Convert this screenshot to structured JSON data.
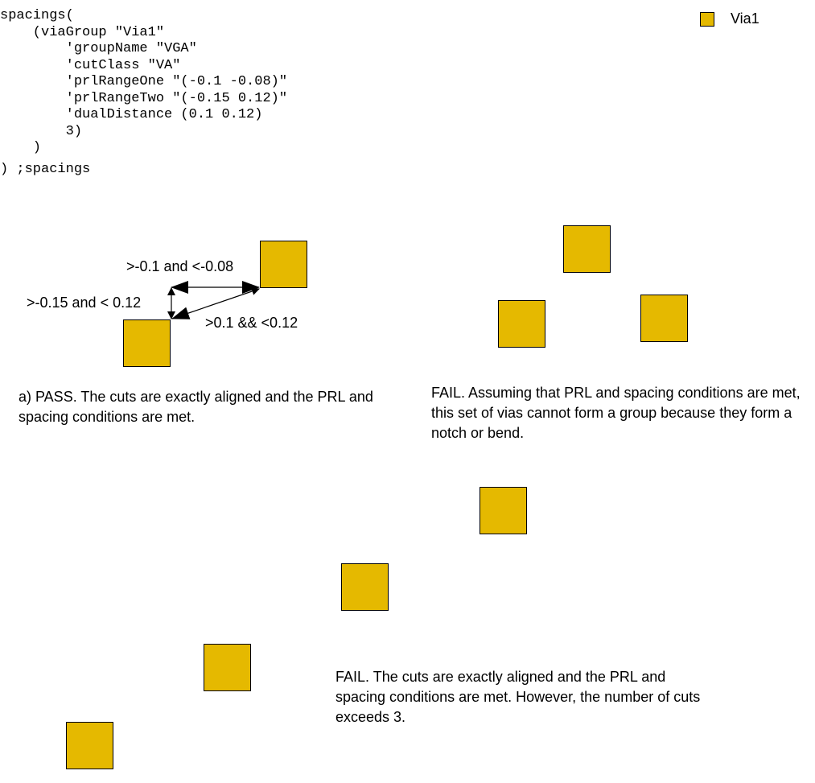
{
  "code": {
    "lines": [
      "spacings(",
      "    (viaGroup \"Via1\"",
      "        'groupName \"VGA\"",
      "        'cutClass \"VA\"",
      "        'prlRangeOne \"(-0.1 -0.08)\"",
      "        'prlRangeTwo \"(-0.15 0.12)\"",
      "        'dualDistance (0.1 0.12)",
      "        3)",
      "    )",
      ") ;spacings"
    ]
  },
  "legend": {
    "label": "Via1",
    "color": "#e5b900"
  },
  "diagram_a": {
    "label_prl_one": ">-0.1 and <-0.08",
    "label_prl_two": ">-0.15 and < 0.12",
    "label_dual": ">0.1 && <0.12",
    "caption": "a) PASS. The cuts are exactly aligned and the PRL and spacing conditions are met."
  },
  "diagram_b": {
    "caption": "FAIL. Assuming that PRL and spacing conditions are met, this set of vias cannot form a group because they form a notch or bend."
  },
  "diagram_c": {
    "caption": "FAIL. The cuts are exactly aligned and the PRL and spacing conditions are met. However, the number of cuts exceeds 3."
  }
}
